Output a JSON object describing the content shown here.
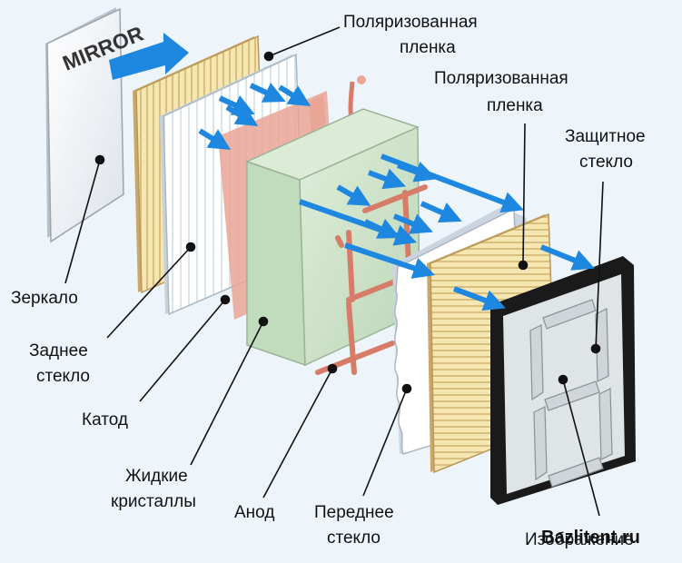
{
  "mirror_word": "MIRROR",
  "labels": {
    "polarized_film_top_1": "Поляризованная",
    "polarized_film_top_2": "пленка",
    "polarized_film_front_1": "Поляризованная",
    "polarized_film_front_2": "пленка",
    "protective_glass_1": "Защитное",
    "protective_glass_2": "стекло",
    "mirror": "Зеркало",
    "back_glass_1": "Заднее",
    "back_glass_2": "стекло",
    "cathode": "Катод",
    "liquid_crystals_1": "Жидкие",
    "liquid_crystals_2": "кристаллы",
    "anode": "Анод",
    "front_glass_1": "Переднее",
    "front_glass_2": "стекло",
    "image": "Изображение"
  },
  "watermark": "Bazlitent.ru",
  "colors": {
    "arrow": "#1e88e0",
    "electrode": "#e0907e",
    "polarizer": "#f6e6b2",
    "crystal": "#cfe6c9",
    "frame": "#1a1a1a"
  }
}
